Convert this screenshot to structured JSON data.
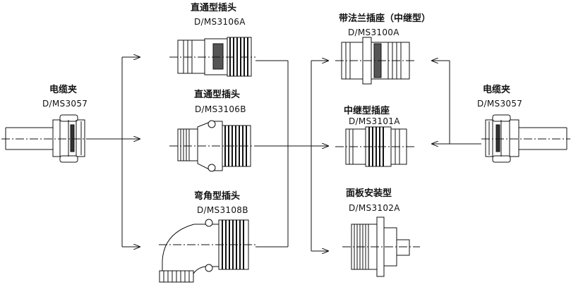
{
  "left_clamp": {
    "name": "电缆夹",
    "part": "D/MS3057"
  },
  "right_clamp": {
    "name": "电缆夹",
    "part": "D/MS3057"
  },
  "plugs": [
    {
      "name": "直通型插头",
      "part": "D/MS3106A"
    },
    {
      "name": "直通型插头",
      "part": "D/MS3106B"
    },
    {
      "name": "弯角型插头",
      "part": "D/MS3108B"
    }
  ],
  "receptacles": [
    {
      "name": "带法兰插座（中继型）",
      "part": "D/MS3100A"
    },
    {
      "name": "中继型插座",
      "part": "D/MS3101A"
    },
    {
      "name": "面板安装型",
      "part": "D/MS3102A"
    }
  ],
  "colors": {
    "line": "#111111",
    "fill": "#ffffff"
  }
}
